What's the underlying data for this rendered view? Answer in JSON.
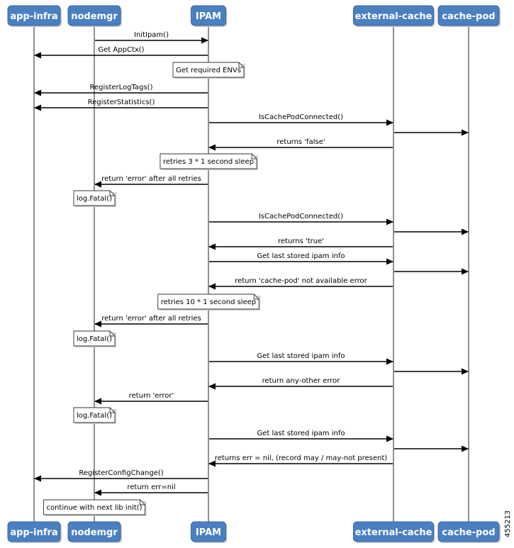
{
  "diagram": {
    "participants": [
      "app-infra",
      "nodemgr",
      "IPAM",
      "external-cache",
      "cache-pod"
    ],
    "steps": [
      {
        "kind": "msg",
        "from": "nodemgr",
        "to": "IPAM",
        "label": "InitIpam()"
      },
      {
        "kind": "msg",
        "from": "IPAM",
        "to": "app-infra",
        "label": "Get AppCtx()"
      },
      {
        "kind": "note",
        "over": "IPAM",
        "text": "Get required ENVs"
      },
      {
        "kind": "msg",
        "from": "IPAM",
        "to": "app-infra",
        "label": "RegisterLogTags()"
      },
      {
        "kind": "msg",
        "from": "IPAM",
        "to": "app-infra",
        "label": "RegisterStatistics()"
      },
      {
        "kind": "msg",
        "from": "IPAM",
        "to": "external-cache",
        "label": "IsCachePodConnected()"
      },
      {
        "kind": "msg",
        "from": "external-cache",
        "to": "cache-pod",
        "label": ""
      },
      {
        "kind": "msg",
        "from": "external-cache",
        "to": "IPAM",
        "label": "returns 'false'"
      },
      {
        "kind": "note",
        "over": "IPAM",
        "text": "retries 3 * 1 second sleep"
      },
      {
        "kind": "msg",
        "from": "IPAM",
        "to": "nodemgr",
        "label": "return 'error' after all retries"
      },
      {
        "kind": "note",
        "over": "nodemgr",
        "text": "log.Fatal()"
      },
      {
        "kind": "msg",
        "from": "IPAM",
        "to": "external-cache",
        "label": "IsCachePodConnected()"
      },
      {
        "kind": "msg",
        "from": "external-cache",
        "to": "cache-pod",
        "label": ""
      },
      {
        "kind": "msg",
        "from": "external-cache",
        "to": "IPAM",
        "label": "returns 'true'"
      },
      {
        "kind": "msg",
        "from": "IPAM",
        "to": "external-cache",
        "label": "Get last stored ipam info"
      },
      {
        "kind": "msg",
        "from": "external-cache",
        "to": "cache-pod",
        "label": ""
      },
      {
        "kind": "msg",
        "from": "external-cache",
        "to": "IPAM",
        "label": "return 'cache-pod' not available error"
      },
      {
        "kind": "note",
        "over": "IPAM",
        "text": "retries 10 * 1 second sleep"
      },
      {
        "kind": "msg",
        "from": "IPAM",
        "to": "nodemgr",
        "label": "return 'error' after all retries"
      },
      {
        "kind": "note",
        "over": "nodemgr",
        "text": "log.Fatal()"
      },
      {
        "kind": "msg",
        "from": "IPAM",
        "to": "external-cache",
        "label": "Get last stored ipam info"
      },
      {
        "kind": "msg",
        "from": "external-cache",
        "to": "cache-pod",
        "label": ""
      },
      {
        "kind": "msg",
        "from": "external-cache",
        "to": "IPAM",
        "label": "return any-other error"
      },
      {
        "kind": "msg",
        "from": "IPAM",
        "to": "nodemgr",
        "label": "return 'error'"
      },
      {
        "kind": "note",
        "over": "nodemgr",
        "text": "log.Fatal()"
      },
      {
        "kind": "msg",
        "from": "IPAM",
        "to": "external-cache",
        "label": "Get last stored ipam info"
      },
      {
        "kind": "msg",
        "from": "external-cache",
        "to": "cache-pod",
        "label": ""
      },
      {
        "kind": "msg",
        "from": "external-cache",
        "to": "IPAM",
        "label": "returns err = nil, (record may / may-not present)"
      },
      {
        "kind": "msg",
        "from": "IPAM",
        "to": "app-infra",
        "label": "RegisterConfigChange()"
      },
      {
        "kind": "msg",
        "from": "IPAM",
        "to": "nodemgr",
        "label": "return err=nil"
      },
      {
        "kind": "note",
        "over": "nodemgr",
        "text": "continue with next lib init()"
      }
    ],
    "figure_id": "455213"
  },
  "colors": {
    "actor_fill": "#4a7fc1",
    "actor_text": "#ffffff",
    "line": "#000000",
    "note_fill": "#ffffff"
  }
}
